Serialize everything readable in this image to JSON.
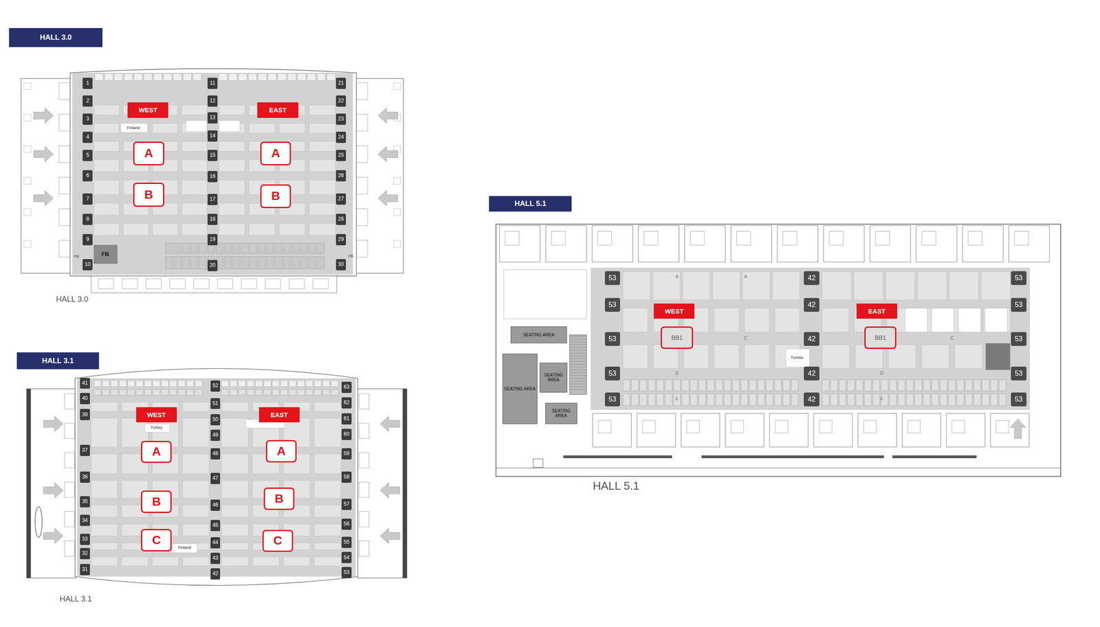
{
  "diagram": {
    "nodes": [
      {
        "text": [
          "HALL 3.0"
        ]
      },
      {
        "text": [
          "HALL 3.0"
        ]
      },
      {
        "text": [
          "WEST"
        ],
        "in": 1
      },
      {
        "text": [
          "EAST"
        ],
        "in": 1
      },
      {
        "text": [
          "A"
        ],
        "in": 1
      },
      {
        "text": [
          "A"
        ],
        "in": 1
      },
      {
        "text": [
          "B"
        ],
        "in": 1
      },
      {
        "text": [
          "B"
        ],
        "in": 1
      },
      {
        "text": [
          "1"
        ],
        "in": 1
      },
      {
        "text": [
          "2"
        ],
        "in": 1
      },
      {
        "text": [
          "3"
        ],
        "in": 1
      },
      {
        "text": [
          "4"
        ],
        "in": 1
      },
      {
        "text": [
          "5"
        ],
        "in": 1
      },
      {
        "text": [
          "6"
        ],
        "in": 1
      },
      {
        "text": [
          "7"
        ],
        "in": 1
      },
      {
        "text": [
          "8"
        ],
        "in": 1
      },
      {
        "text": [
          "9"
        ],
        "in": 1
      },
      {
        "text": [
          "10"
        ],
        "in": 1
      },
      {
        "text": [
          "11"
        ],
        "in": 1
      },
      {
        "text": [
          "12"
        ],
        "in": 1
      },
      {
        "text": [
          "13"
        ],
        "in": 1
      },
      {
        "text": [
          "14"
        ],
        "in": 1
      },
      {
        "text": [
          "15"
        ],
        "in": 1
      },
      {
        "text": [
          "16"
        ],
        "in": 1
      },
      {
        "text": [
          "17"
        ],
        "in": 1
      },
      {
        "text": [
          "18"
        ],
        "in": 1
      },
      {
        "text": [
          "19"
        ],
        "in": 1
      },
      {
        "text": [
          "20"
        ],
        "in": 1
      },
      {
        "text": [
          "21"
        ],
        "in": 1
      },
      {
        "text": [
          "22"
        ],
        "in": 1
      },
      {
        "text": [
          "23"
        ],
        "in": 1
      },
      {
        "text": [
          "24"
        ],
        "in": 1
      },
      {
        "text": [
          "25"
        ],
        "in": 1
      },
      {
        "text": [
          "26"
        ],
        "in": 1
      },
      {
        "text": [
          "27"
        ],
        "in": 1
      },
      {
        "text": [
          "28"
        ],
        "in": 1
      },
      {
        "text": [
          "29"
        ],
        "in": 1
      },
      {
        "text": [
          "30"
        ],
        "in": 1
      },
      {
        "text": [
          "HALL 3.1"
        ]
      },
      {
        "text": [
          "HALL 3.1"
        ]
      },
      {
        "text": [
          "WEST"
        ],
        "in": 39
      },
      {
        "text": [
          "EAST"
        ],
        "in": 39
      },
      {
        "text": [
          "A"
        ],
        "in": 39
      },
      {
        "text": [
          "A"
        ],
        "in": 39
      },
      {
        "text": [
          "B"
        ],
        "in": 39
      },
      {
        "text": [
          "B"
        ],
        "in": 39
      },
      {
        "text": [
          "C"
        ],
        "in": 39
      },
      {
        "text": [
          "C"
        ],
        "in": 39
      },
      {
        "text": [
          "41"
        ],
        "in": 39
      },
      {
        "text": [
          "40"
        ],
        "in": 39
      },
      {
        "text": [
          "39"
        ],
        "in": 39
      },
      {
        "text": [
          "37"
        ],
        "in": 39
      },
      {
        "text": [
          "36"
        ],
        "in": 39
      },
      {
        "text": [
          "35"
        ],
        "in": 39
      },
      {
        "text": [
          "34"
        ],
        "in": 39
      },
      {
        "text": [
          "33"
        ],
        "in": 39
      },
      {
        "text": [
          "32"
        ],
        "in": 39
      },
      {
        "text": [
          "31"
        ],
        "in": 39
      },
      {
        "text": [
          "52"
        ],
        "in": 39
      },
      {
        "text": [
          "51"
        ],
        "in": 39
      },
      {
        "text": [
          "50"
        ],
        "in": 39
      },
      {
        "text": [
          "49"
        ],
        "in": 39
      },
      {
        "text": [
          "48"
        ],
        "in": 39
      },
      {
        "text": [
          "47"
        ],
        "in": 39
      },
      {
        "text": [
          "46"
        ],
        "in": 39
      },
      {
        "text": [
          "45"
        ],
        "in": 39
      },
      {
        "text": [
          "44"
        ],
        "in": 39
      },
      {
        "text": [
          "43"
        ],
        "in": 39
      },
      {
        "text": [
          "42"
        ],
        "in": 39
      },
      {
        "text": [
          "63"
        ],
        "in": 39
      },
      {
        "text": [
          "62"
        ],
        "in": 39
      },
      {
        "text": [
          "61"
        ],
        "in": 39
      },
      {
        "text": [
          "60"
        ],
        "in": 39
      },
      {
        "text": [
          "59"
        ],
        "in": 39
      },
      {
        "text": [
          "58"
        ],
        "in": 39
      },
      {
        "text": [
          "57"
        ],
        "in": 39
      },
      {
        "text": [
          "56"
        ],
        "in": 39
      },
      {
        "text": [
          "55"
        ],
        "in": 39
      },
      {
        "text": [
          "54"
        ],
        "in": 39
      },
      {
        "text": [
          "53"
        ],
        "in": 39
      },
      {
        "text": [
          "HALL 5.1"
        ]
      },
      {
        "text": [
          "HALL 5.1"
        ]
      },
      {
        "text": [
          "WEST"
        ],
        "in": 81
      },
      {
        "text": [
          "EAST"
        ],
        "in": 81
      },
      {
        "text": [
          "BB1"
        ],
        "in": 81
      },
      {
        "text": [
          "BB1"
        ],
        "in": 81
      },
      {
        "text": [
          "53"
        ],
        "in": 81
      },
      {
        "text": [
          "53"
        ],
        "in": 81
      },
      {
        "text": [
          "53"
        ],
        "in": 81
      },
      {
        "text": [
          "53"
        ],
        "in": 81
      },
      {
        "text": [
          "53"
        ],
        "in": 81
      },
      {
        "text": [
          "42"
        ],
        "in": 81
      },
      {
        "text": [
          "42"
        ],
        "in": 81
      },
      {
        "text": [
          "42"
        ],
        "in": 81
      },
      {
        "text": [
          "42"
        ],
        "in": 81
      },
      {
        "text": [
          "42"
        ],
        "in": 81
      },
      {
        "text": [
          "53"
        ],
        "in": 81
      },
      {
        "text": [
          "53"
        ],
        "in": 81
      },
      {
        "text": [
          "53"
        ],
        "in": 81
      },
      {
        "text": [
          "53"
        ],
        "in": 81
      },
      {
        "text": [
          "53"
        ],
        "in": 81
      },
      {
        "text": [
          "SEATING AREA"
        ],
        "in": 81
      },
      {
        "text": [
          "SEATING AREA"
        ],
        "in": 81
      },
      {
        "text": [
          "SEATING AREA"
        ],
        "in": 81
      },
      {
        "text": [
          "SEATING AREA"
        ],
        "in": 81
      }
    ],
    "labels": [
      "Finland",
      "FB",
      "FB",
      "FB",
      "Turkey",
      "Finland",
      "Tunisia",
      "A",
      "A",
      "C",
      "C",
      "D",
      "D",
      "F",
      "F"
    ]
  }
}
